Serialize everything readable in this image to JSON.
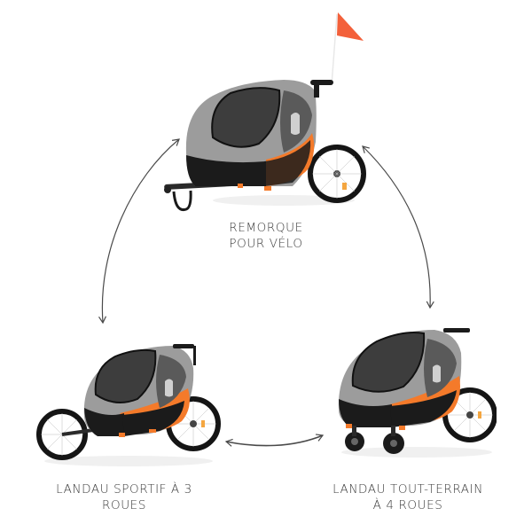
{
  "colors": {
    "background": "#ffffff",
    "orange": "#f47a2a",
    "flag": "#f3603a",
    "grey_canopy": "#9c9c9c",
    "grey_light": "#c4c4c4",
    "black": "#1b1b1b",
    "mesh": "#3d3d3d",
    "arrow": "#4a4a4a",
    "text": "#3a3a3a"
  },
  "modes": [
    {
      "id": "bike-trailer",
      "position": "top",
      "label_line1": "REMORQUE",
      "label_line2": "POUR VÉLO",
      "accessory": "tow-bar-with-safety-flag"
    },
    {
      "id": "jogger-3-wheel",
      "position": "bottom-left",
      "label_line1": "LANDAU SPORTIF À 3",
      "label_line2": "ROUES",
      "accessory": "single-front-jogging-wheel"
    },
    {
      "id": "stroller-4-wheel",
      "position": "bottom-right",
      "label_line1": "LANDAU TOUT-TERRAIN",
      "label_line2": "À 4 ROUES",
      "accessory": "twin-front-swivel-wheels"
    }
  ],
  "arrows": [
    {
      "from": "bike-trailer",
      "to": "jogger-3-wheel",
      "type": "double-headed-curve"
    },
    {
      "from": "bike-trailer",
      "to": "stroller-4-wheel",
      "type": "double-headed-curve"
    },
    {
      "from": "jogger-3-wheel",
      "to": "stroller-4-wheel",
      "type": "double-headed-curve"
    }
  ]
}
